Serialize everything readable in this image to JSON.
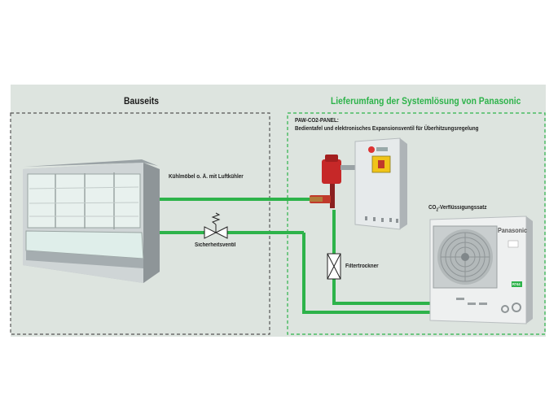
{
  "headers": {
    "bauseits": "Bauseits",
    "lieferumfang": "Lieferumfang der Systemlösung von Panasonic"
  },
  "labels": {
    "panel_title": "PAW-CO2-PANEL:",
    "panel_subtitle": "Bedientafel und elektronisches Expansionsventil für Überhitzungsregelung",
    "kuehlmoebel": "Kühlmöbel o. Ä. mit Luftkühler",
    "sicherheitsventil": "Sicherheitsventil",
    "filtertrockner": "Filtertrockner",
    "verfluessigungssatz_prefix": "CO",
    "verfluessigungssatz_sub": "2",
    "verfluessigungssatz_suffix": "-Verflüssigungssatz",
    "brand": "Panasonic",
    "refrigerant": "R744"
  },
  "colors": {
    "pipe": "#2db34a",
    "right_border": "#2db34a",
    "left_border": "#555555",
    "background": "#dde4df",
    "valve_red": "#c62828"
  }
}
